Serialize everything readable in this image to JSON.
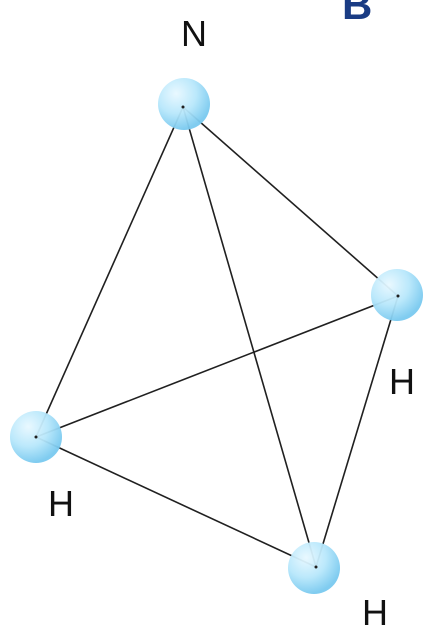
{
  "panel_label": "B",
  "atoms": {
    "n_top": {
      "symbol": "N"
    },
    "h_right": {
      "symbol": "H"
    },
    "h_left": {
      "symbol": "H"
    },
    "h_bottom": {
      "symbol": "H"
    }
  },
  "colors": {
    "panel_label": "#1a3c84",
    "atom_fill": "#8fd3f4",
    "atom_highlight": "#e8f8ff",
    "bond": "#202020",
    "text": "#111111"
  }
}
